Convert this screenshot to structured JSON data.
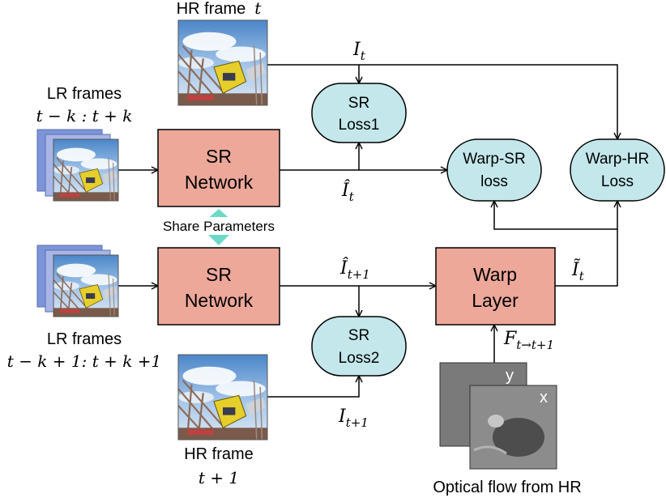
{
  "labels": {
    "hr_frame_t": "HR frame",
    "hr_frame_t_var": "t",
    "lr_frames_top": "LR frames",
    "lr_frames_top_range": "t − k :  t + k",
    "lr_frames_bottom": "LR frames",
    "lr_frames_bottom_range": "t − k + 1:  t + k +1",
    "hr_frame_t1": "HR frame",
    "hr_frame_t1_var": "t + 1",
    "optical_flow": "Optical flow from HR",
    "share_parameters": "Share Parameters"
  },
  "blocks": {
    "sr_network_top": [
      "SR",
      "Network"
    ],
    "sr_network_bottom": [
      "SR",
      "Network"
    ],
    "warp_layer": [
      "Warp",
      "Layer"
    ]
  },
  "losses": {
    "sr_loss1": [
      "SR",
      "Loss1"
    ],
    "sr_loss2": [
      "SR",
      "Loss2"
    ],
    "warp_sr_loss": [
      "Warp-SR",
      "loss"
    ],
    "warp_hr_loss": [
      "Warp-HR",
      "Loss"
    ]
  },
  "math": {
    "I_t": {
      "base": "I",
      "sub": "t"
    },
    "I_hat_t": {
      "base": "Î",
      "sub": "t"
    },
    "I_hat_t1": {
      "base": "Î",
      "sub": "t+1"
    },
    "I_tilde_t": {
      "base": "Ĩ",
      "sub": "t"
    },
    "I_t1": {
      "base": "I",
      "sub": "t+1"
    },
    "F_flow": {
      "base": "F",
      "sub": "t→t+1"
    }
  },
  "flow_axes": {
    "y": "y",
    "x": "x"
  },
  "colors": {
    "block_fill": "#eda89a",
    "loss_fill": "#c3e7ea",
    "share_arrow": "#6dd9c8",
    "line": "#000000"
  }
}
